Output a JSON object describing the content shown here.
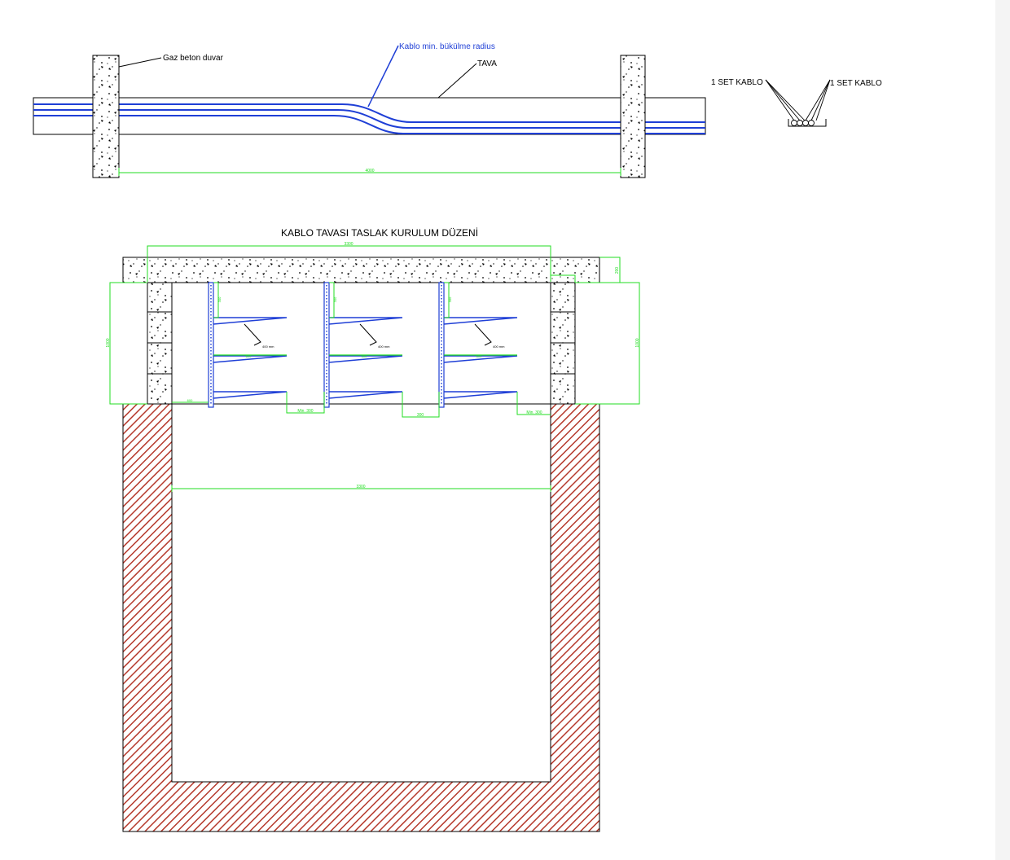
{
  "top_view": {
    "wall_label": "Gaz beton duvar",
    "bend_radius_label": "Kablo min. bükülme radius",
    "tray_label": "TAVA",
    "span_dim": "4000"
  },
  "section_detail": {
    "left_label": "1 SET KABLO",
    "right_label": "1 SET KABLO"
  },
  "main_section": {
    "title": "KABLO TAVASI TASLAK KURULUM DÜZENİ",
    "slab_width_dim": "3300",
    "slab_thickness_dim": "200",
    "left_height_dim": "1000",
    "right_height_dim": "1000",
    "bracket_top_dim": "300",
    "bend_dim": "400 mm",
    "tray_width_dim": "600",
    "gap_dim_1": "Min. 300",
    "gap_dim_2": "300",
    "gap_dim_3": "Min. 300",
    "wall_gap_dim": "600",
    "pit_width_dim": "3300"
  },
  "colors": {
    "cable": "#1f3fd6",
    "dimension": "#22dd22",
    "hatch": "#b5392c",
    "line": "#000000"
  }
}
